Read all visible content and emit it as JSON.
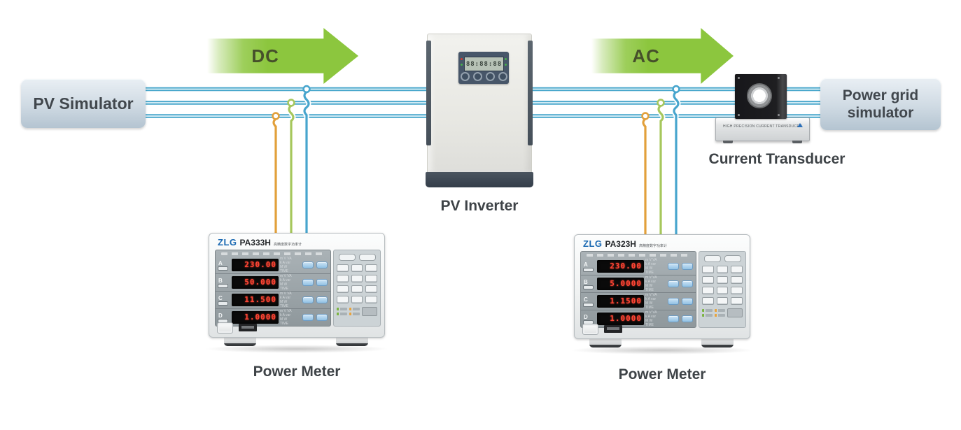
{
  "flows": {
    "dc": {
      "label": "DC"
    },
    "ac": {
      "label": "AC"
    }
  },
  "nodes": {
    "pv_simulator": {
      "label": "PV Simulator"
    },
    "power_grid_simulator": {
      "line1": "Power grid",
      "line2": "simulator"
    },
    "pv_inverter": {
      "label": "PV Inverter",
      "display": "88:88:88"
    },
    "current_transducer": {
      "label": "Current Transducer",
      "device_text": "HIGH PRECISION CURRENT TRANSDUCER"
    }
  },
  "meter_units_legend": "m V VA\nk A var\nM W TIME",
  "meters": [
    {
      "brand": "ZLG",
      "model": "PA333H",
      "model_suffix": "高精度数字功率计",
      "label": "Power Meter",
      "channels": [
        {
          "name": "A",
          "value": "230.00"
        },
        {
          "name": "B",
          "value": "50.000"
        },
        {
          "name": "C",
          "value": "11.500"
        },
        {
          "name": "D",
          "value": "1.0000"
        }
      ]
    },
    {
      "brand": "ZLG",
      "model": "PA323H",
      "model_suffix": "高精度数字功率计",
      "label": "Power Meter",
      "channels": [
        {
          "name": "A",
          "value": "230.00"
        },
        {
          "name": "B",
          "value": "5.0000"
        },
        {
          "name": "C",
          "value": "1.1500"
        },
        {
          "name": "D",
          "value": "1.0000"
        }
      ]
    }
  ],
  "colors": {
    "bus_line_blue": "#47a6cb",
    "wire_orange": "#e2a03b",
    "wire_green": "#a6c75c",
    "wire_blue": "#47a5cd",
    "arrow_green": "#8cc63e",
    "display_red": "#ff4536"
  }
}
